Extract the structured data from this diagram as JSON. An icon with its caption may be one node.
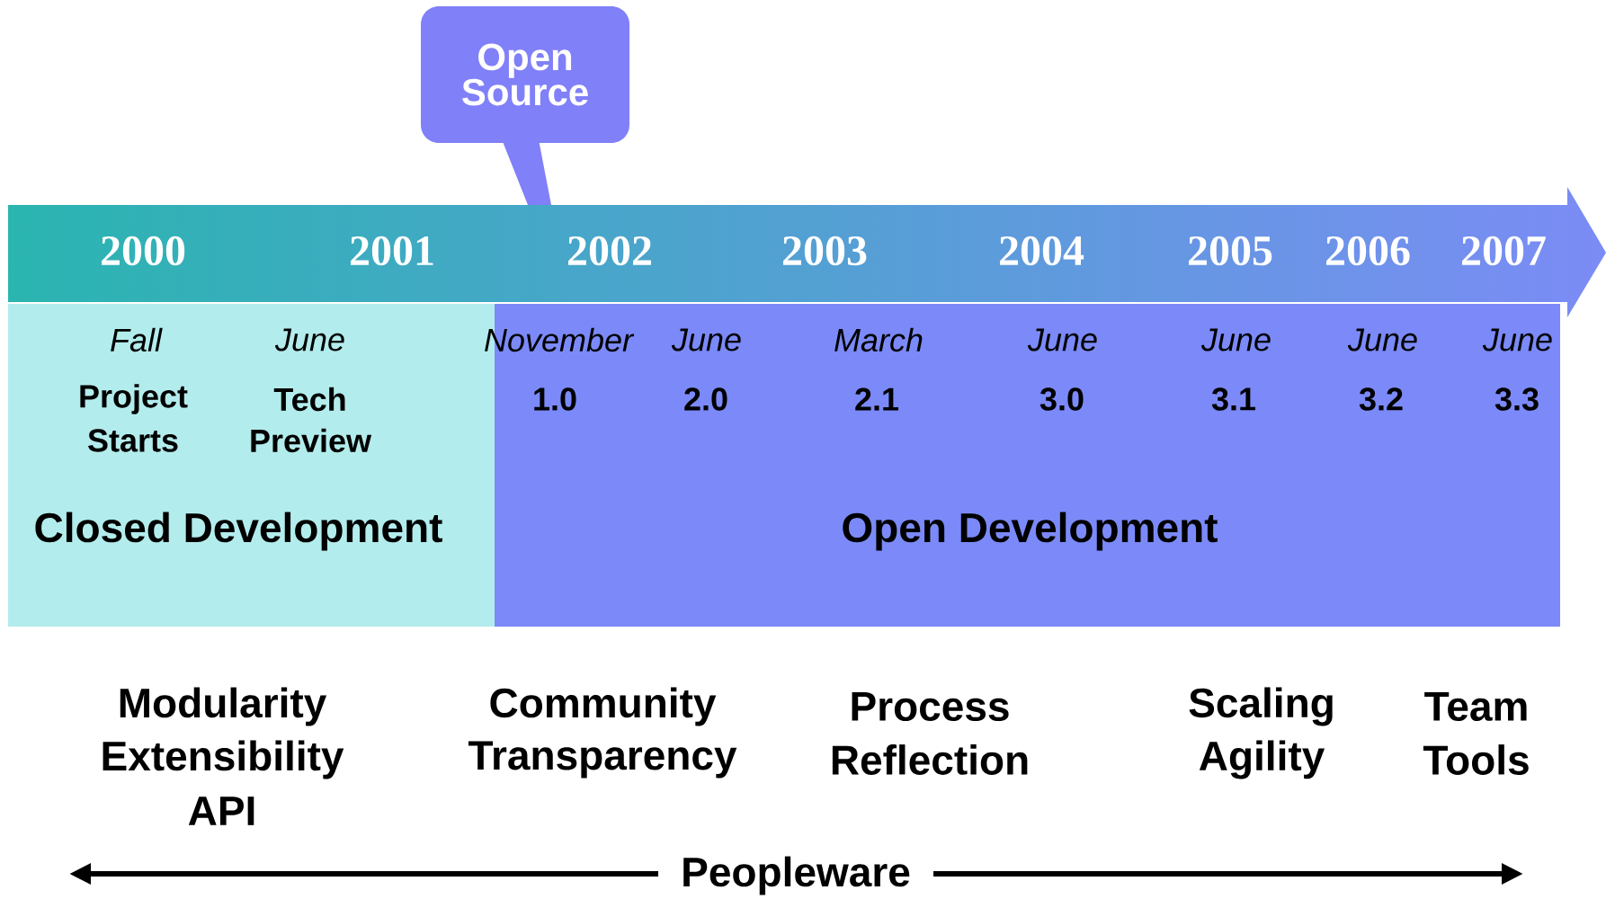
{
  "diagram": {
    "nodes": [
      {
        "text": [
          "Open Source"
        ]
      },
      {
        "text": [
          "2000",
          "2001",
          "2002",
          "2003",
          "2004",
          "2005",
          "2006",
          "2007"
        ]
      },
      {
        "text": [
          "Closed Development"
        ]
      },
      {
        "text": [
          "Open Development"
        ]
      }
    ],
    "edges": [],
    "labels": [
      "Fall",
      "June",
      "November",
      "June",
      "March",
      "June",
      "June",
      "June",
      "June",
      "Project",
      "Tech",
      "1.0",
      "2.0",
      "2.1",
      "3.0",
      "3.1",
      "3.2",
      "3.3",
      "Starts",
      "Preview",
      "Modularity",
      "Community",
      "Process",
      "Scaling",
      "Team",
      "Extensibility",
      "Transparency",
      "Reflection",
      "Agility",
      "Tools",
      "API",
      "Peopleware"
    ]
  }
}
